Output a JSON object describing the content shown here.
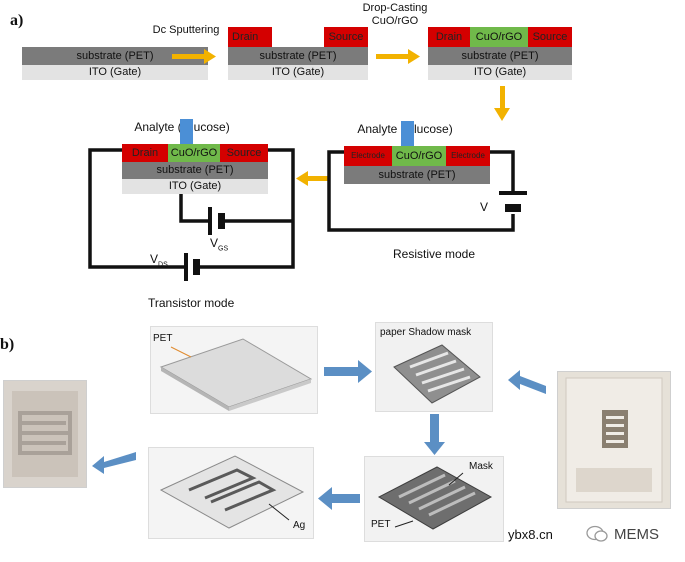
{
  "panel_a": {
    "label": "a)",
    "substrate": "substrate (PET)",
    "ito_gate": "ITO (Gate)",
    "drain": "Drain",
    "source": "Source",
    "cuo_rgo": "CuO/rGO",
    "electrode": "Electrode",
    "analyte": "Analyte (Glucose)",
    "step1": "Dc Sputtering",
    "step2_line1": "Drop-Casting",
    "step2_line2": "CuO/rGO",
    "v": "V",
    "vgs_main": "V",
    "vgs_sub": "GS",
    "vds_main": "V",
    "vds_sub": "DS",
    "resistive_mode": "Resistive mode",
    "transistor_mode": "Transistor mode"
  },
  "panel_b": {
    "label": "b)",
    "pet": "PET",
    "shadow_mask": "paper Shadow mask",
    "mask": "Mask",
    "pet2": "PET",
    "ag": "Ag"
  },
  "watermark": {
    "site": "ybx8.cn",
    "brand": "MEMS"
  },
  "colors": {
    "electrode_red": "#d40000",
    "cuo_green": "#70b94a",
    "analyte_blue": "#4b8fd6",
    "substrate_gray": "#7b7b7b",
    "ito_light": "#e3e3e3",
    "arrow_yellow": "#f2b200",
    "arrow_blue": "#5b8fc4"
  }
}
